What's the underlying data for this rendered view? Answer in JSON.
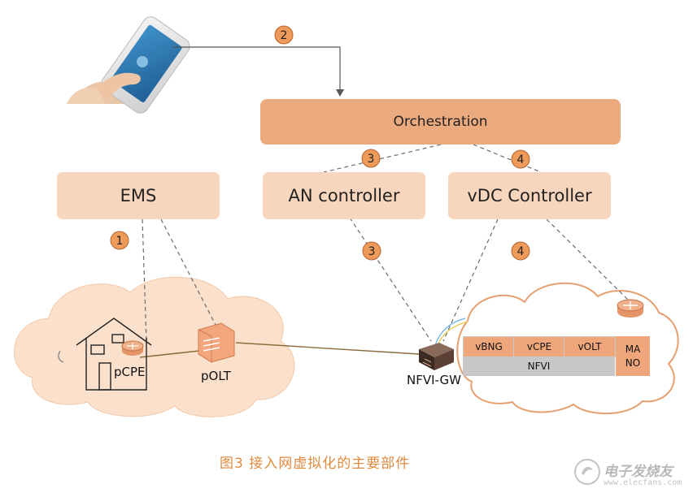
{
  "colors": {
    "orchestration_fill": "#eba97e",
    "controller_fill": "#f8d6bd",
    "cloud_fill": "#fbe0cc",
    "cloud_stroke": "#e5a070",
    "badge_fill": "#ee9a5a",
    "nfvi_fill": "#c8c8c8",
    "vnf_fill": "#eea67a",
    "caption_color": "#e08a3e"
  },
  "nodes": {
    "orchestration": "Orchestration",
    "ems": "EMS",
    "an_controller": "AN controller",
    "vdc_controller": "vDC Controller",
    "pcpe": "pCPE",
    "polt": "pOLT",
    "nfvi_gw": "NFVI-GW"
  },
  "nfvi_stack": {
    "vnfs": [
      "vBNG",
      "vCPE",
      "vOLT"
    ],
    "mano_line1": "MA",
    "mano_line2": "NO",
    "nfvi": "NFVI"
  },
  "badges": [
    "1",
    "2",
    "3",
    "3",
    "4",
    "4"
  ],
  "icons": [
    "smartphone-hand-icon",
    "house-icon",
    "router-icon",
    "optical-line-terminal-icon",
    "gateway-switch-icon",
    "cloud-icon"
  ],
  "caption": "图3   接入网虚拟化的主要部件",
  "watermark": {
    "text": "电子发烧友",
    "url": "www.elecfans.com"
  }
}
